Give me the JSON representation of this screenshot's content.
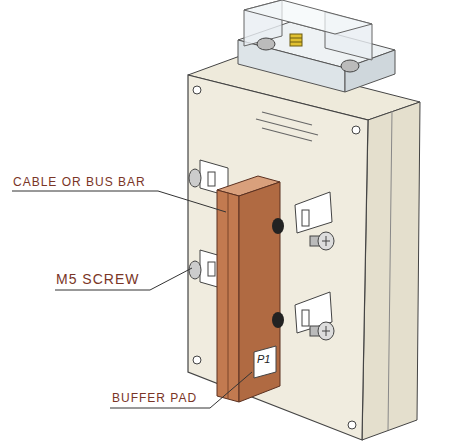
{
  "diagram": {
    "labels": [
      "CABLE OR BUS BAR",
      "M5 SCREW",
      "BUFFER PAD",
      "P1"
    ]
  }
}
